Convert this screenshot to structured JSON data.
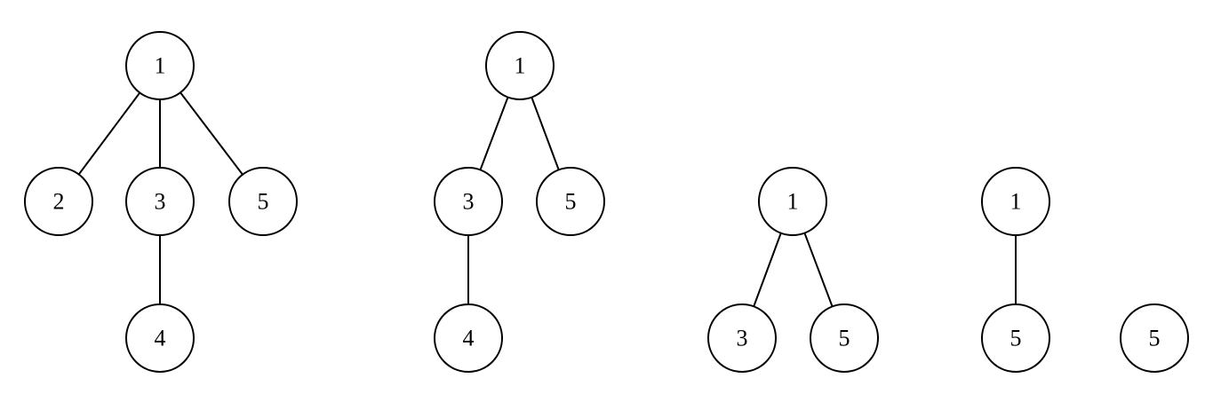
{
  "trees": [
    {
      "nodes": [
        {
          "id": "a1",
          "label": "1"
        },
        {
          "id": "a2",
          "label": "2"
        },
        {
          "id": "a3",
          "label": "3"
        },
        {
          "id": "a5",
          "label": "5"
        },
        {
          "id": "a4",
          "label": "4"
        }
      ],
      "edges": [
        [
          "a1",
          "a2"
        ],
        [
          "a1",
          "a3"
        ],
        [
          "a1",
          "a5"
        ],
        [
          "a3",
          "a4"
        ]
      ]
    },
    {
      "nodes": [
        {
          "id": "b1",
          "label": "1"
        },
        {
          "id": "b3",
          "label": "3"
        },
        {
          "id": "b5",
          "label": "5"
        },
        {
          "id": "b4",
          "label": "4"
        }
      ],
      "edges": [
        [
          "b1",
          "b3"
        ],
        [
          "b1",
          "b5"
        ],
        [
          "b3",
          "b4"
        ]
      ]
    },
    {
      "nodes": [
        {
          "id": "c1",
          "label": "1"
        },
        {
          "id": "c3",
          "label": "3"
        },
        {
          "id": "c5",
          "label": "5"
        }
      ],
      "edges": [
        [
          "c1",
          "c3"
        ],
        [
          "c1",
          "c5"
        ]
      ]
    },
    {
      "nodes": [
        {
          "id": "d1",
          "label": "1"
        },
        {
          "id": "d5",
          "label": "5"
        }
      ],
      "edges": [
        [
          "d1",
          "d5"
        ]
      ]
    },
    {
      "nodes": [
        {
          "id": "e5",
          "label": "5"
        }
      ],
      "edges": []
    }
  ],
  "colors": {
    "stroke": "#000000",
    "fill": "#ffffff",
    "background": "#ffffff"
  }
}
